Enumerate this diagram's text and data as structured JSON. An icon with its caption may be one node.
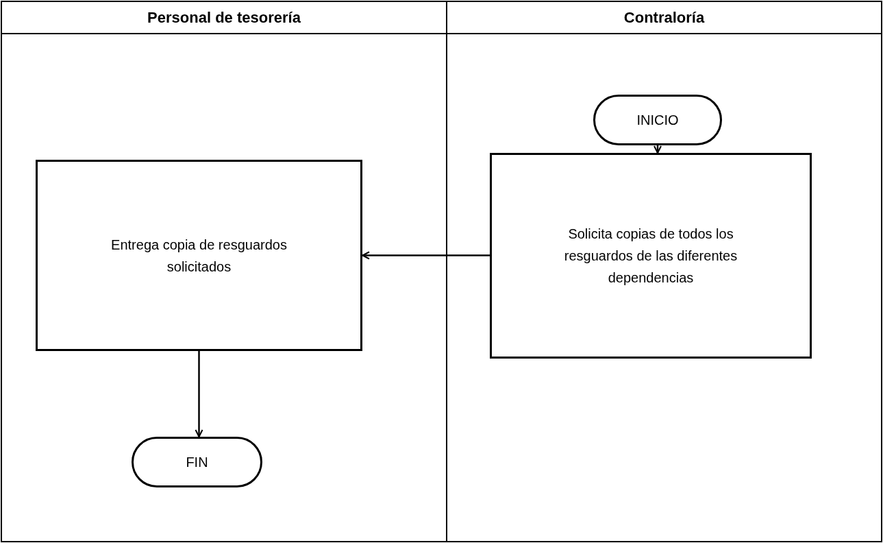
{
  "diagram": {
    "nodes": [
      {
        "text": [
          "Personal de tesorería"
        ]
      },
      {
        "text": [
          "Contraloría"
        ]
      },
      {
        "text": [
          "INICIO"
        ],
        "in": 1
      },
      {
        "text": [
          "Solicita copias de todos los resguardos de las diferentes dependencias"
        ],
        "in": 1
      },
      {
        "text": [
          "Entrega copia de resguardos solicitados"
        ],
        "in": 0
      },
      {
        "text": [
          "FIN"
        ],
        "in": 0
      }
    ],
    "edges": [
      {
        "from": 2,
        "to": 3,
        "arrow": "to"
      },
      {
        "from": 3,
        "to": 4,
        "arrow": "to"
      },
      {
        "from": 4,
        "to": 5,
        "arrow": "to"
      }
    ]
  }
}
